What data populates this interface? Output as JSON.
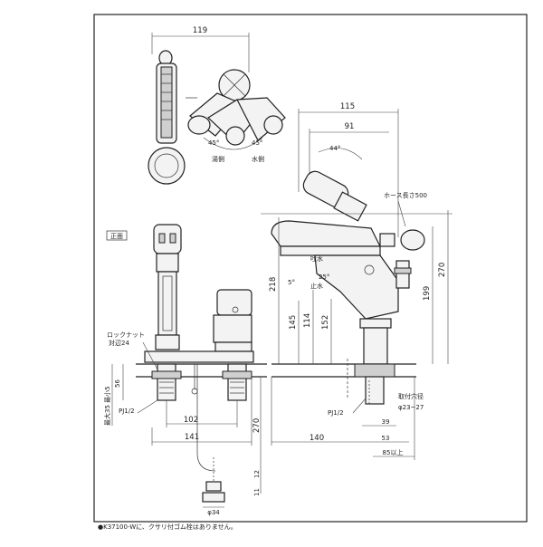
{
  "dims": {
    "top_width": "119",
    "d115": "115",
    "d91": "91",
    "d44": "44°",
    "angle_left": "45°",
    "angle_right": "45°",
    "hot_label": "湯側",
    "cold_label": "水側",
    "front_label": "正面",
    "hose_length": "ホース長さ500",
    "d270_right": "270",
    "d199": "199",
    "d218": "218",
    "d145": "145",
    "d114": "114",
    "d152": "152",
    "spout_label": "吐水",
    "stop_label": "止水",
    "angle5": "5°",
    "angle25": "25°",
    "locknut_1": "ロックナット",
    "locknut_2": "対辺24",
    "d56": "56",
    "max_thickness": "最大35 最小5",
    "pj_left": "PJ1/2",
    "pj_right": "PJ1/2",
    "d102": "102",
    "d141": "141",
    "d270_left": "270",
    "d140": "140",
    "mount_hole": "取付穴径",
    "hole_dia": "φ23~27",
    "d39": "39",
    "d53": "53",
    "d85": "85以上",
    "d12": "12",
    "d11": "11",
    "phi34": "φ34"
  },
  "footnote": "●K37100-Wに、クサリ付ゴム栓はありません。"
}
